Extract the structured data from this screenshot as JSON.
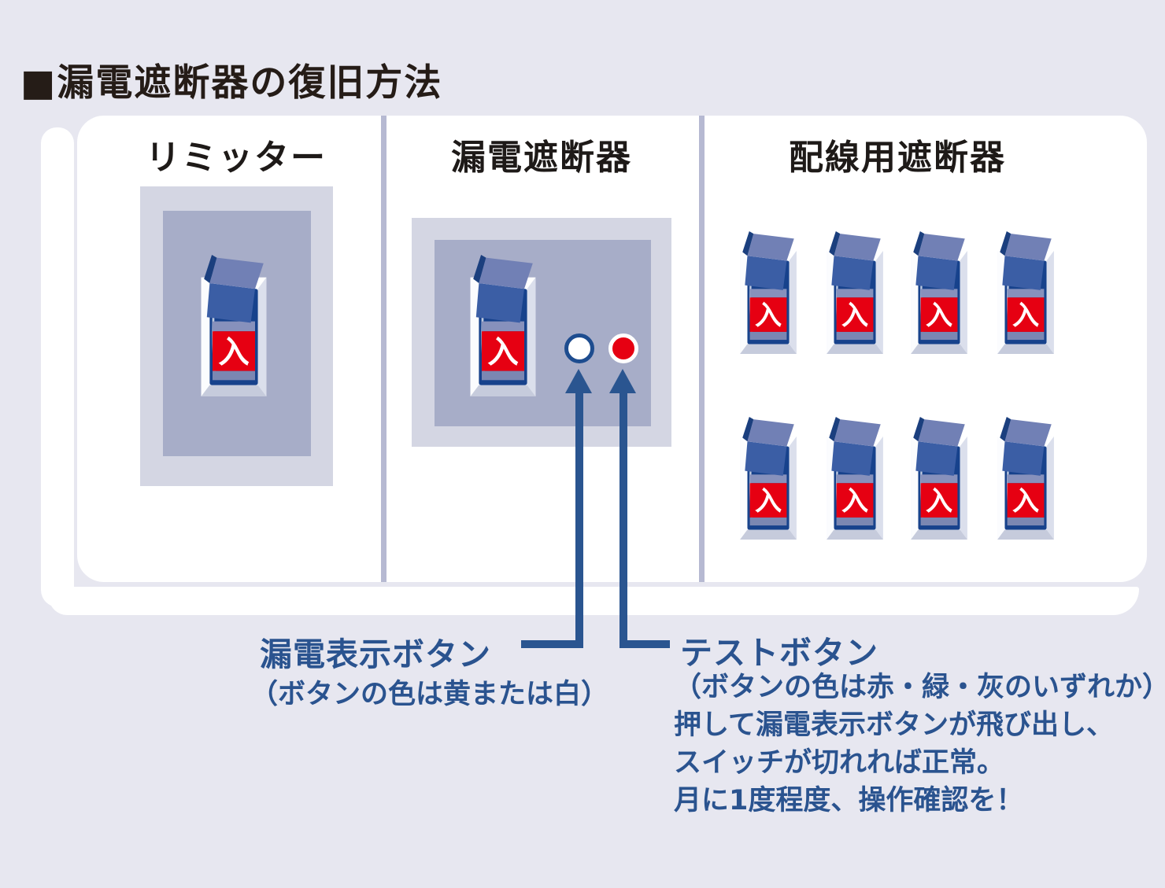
{
  "title": "■漏電遮断器の復旧方法",
  "panel": {
    "sections": [
      {
        "label": "リミッター"
      },
      {
        "label": "漏電遮断器"
      },
      {
        "label": "配線用遮断器"
      }
    ]
  },
  "switch": {
    "on_label": "入"
  },
  "buttons": {
    "indicator_color": "#ffffff",
    "test_color": "#e60012"
  },
  "annotations": {
    "indicator": {
      "label": "漏電表示ボタン",
      "note": "（ボタンの色は黄または白）"
    },
    "test": {
      "label": "テストボタン",
      "lines": [
        "（ボタンの色は赤・緑・灰のいずれか）",
        "押して漏電表示ボタンが飛び出し、",
        "スイッチが切れれば正常。",
        "月に1度程度、操作確認を！"
      ]
    }
  },
  "colors": {
    "background": "#e7e7f0",
    "panel_white": "#ffffff",
    "divider": "#b6b9d2",
    "navy_plate": "#17428c",
    "switch_red": "#e60012",
    "annotation_blue": "#2a538f",
    "arrow_blue": "#2a5590",
    "mount_outer": "#d4d6e3",
    "mount_inner": "#a7adc8"
  }
}
